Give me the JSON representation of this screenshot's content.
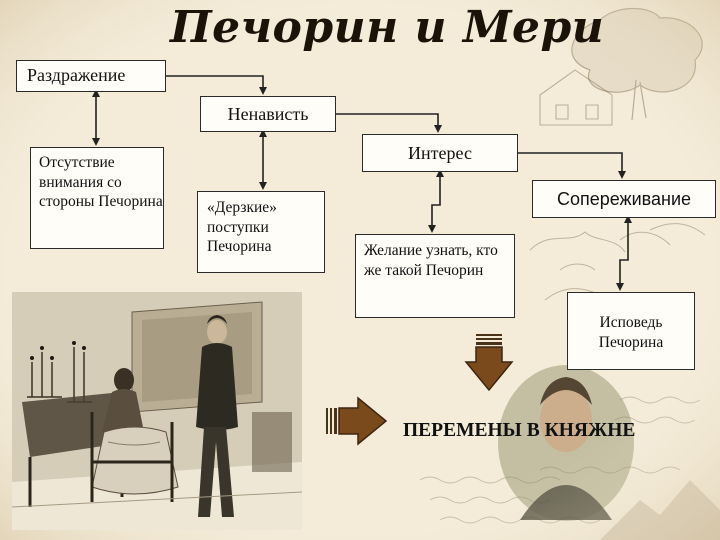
{
  "slide": {
    "title": "Печорин и Мери"
  },
  "nodes": {
    "irritation": "Раздражение",
    "hatred": "Ненависть",
    "interest": "Интерес",
    "empathy": "Сопереживание",
    "lack_of_attention": "Отсутствие внимания со стороны Печорина",
    "insolent_acts": "«Дерзкие» поступки Печорина",
    "desire_to_know": "Желание узнать, кто же такой Печорин",
    "confession": "Исповедь Печорина"
  },
  "result": {
    "changes": "ПЕРЕМЕНЫ В КНЯЖНЕ"
  },
  "colors": {
    "background": "#f3ead6",
    "box_fill": "#fffdf8",
    "arrow_brown": "#7a4a1c",
    "line": "#2a2a2a"
  },
  "icons": [
    "down-arrow-icon",
    "right-arrow-icon"
  ]
}
